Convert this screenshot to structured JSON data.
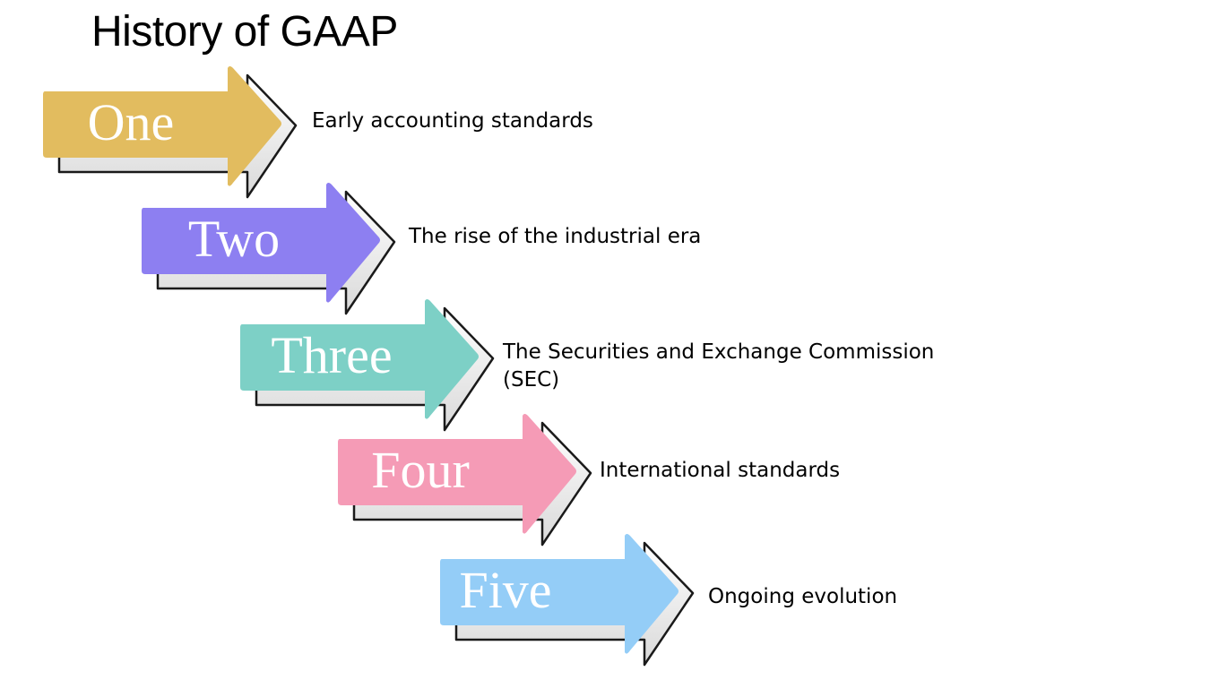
{
  "title": "History of GAAP",
  "steps": [
    {
      "number": "One",
      "caption": "Early accounting standards",
      "color": "#e2bc5f"
    },
    {
      "number": "Two",
      "caption": "The rise of the industrial era",
      "color": "#8d7ff1"
    },
    {
      "number": "Three",
      "caption": "The Securities and Exchange Commission (SEC)",
      "color": "#7dd0c6"
    },
    {
      "number": "Four",
      "caption": "International standards",
      "color": "#f59bb6"
    },
    {
      "number": "Five",
      "caption": "Ongoing evolution",
      "color": "#94cdf7"
    }
  ]
}
